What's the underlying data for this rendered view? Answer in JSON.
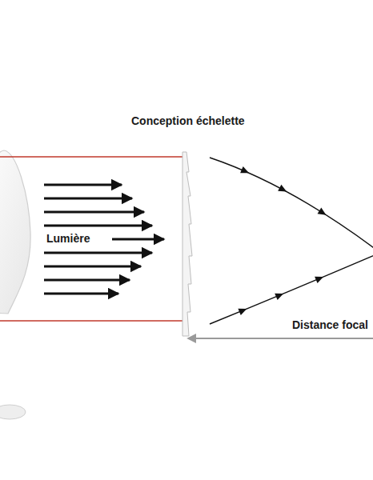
{
  "diagram": {
    "title": "Conception échelette",
    "labels": [
      "Lumière",
      "Distance focal"
    ]
  }
}
